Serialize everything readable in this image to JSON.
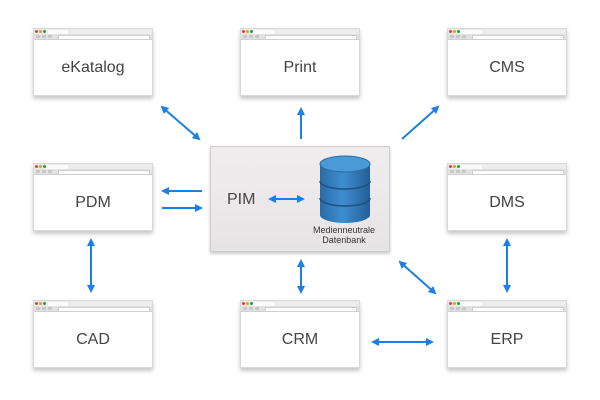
{
  "diagram": {
    "center": {
      "label": "PIM",
      "database_caption_line1": "Medienneutrale",
      "database_caption_line2": "Datenbank",
      "database_icon": "database-cylinder-icon"
    },
    "systems": [
      {
        "id": "ekatalog",
        "label": "eKatalog"
      },
      {
        "id": "print",
        "label": "Print"
      },
      {
        "id": "cms",
        "label": "CMS"
      },
      {
        "id": "pdm",
        "label": "PDM"
      },
      {
        "id": "dms",
        "label": "DMS"
      },
      {
        "id": "cad",
        "label": "CAD"
      },
      {
        "id": "crm",
        "label": "CRM"
      },
      {
        "id": "erp",
        "label": "ERP"
      }
    ],
    "connections": [
      {
        "from": "ekatalog",
        "to": "pim",
        "direction": "bidirectional"
      },
      {
        "from": "pim",
        "to": "print",
        "direction": "to"
      },
      {
        "from": "pim",
        "to": "cms",
        "direction": "to"
      },
      {
        "from": "pim",
        "to": "pdm",
        "direction": "to"
      },
      {
        "from": "pdm",
        "to": "pim",
        "direction": "to"
      },
      {
        "from": "pim-label",
        "to": "database",
        "direction": "bidirectional"
      },
      {
        "from": "pdm",
        "to": "cad",
        "direction": "bidirectional"
      },
      {
        "from": "pim",
        "to": "crm",
        "direction": "bidirectional"
      },
      {
        "from": "pim",
        "to": "erp",
        "direction": "bidirectional"
      },
      {
        "from": "dms",
        "to": "erp",
        "direction": "bidirectional"
      },
      {
        "from": "crm",
        "to": "erp",
        "direction": "bidirectional"
      }
    ],
    "colors": {
      "arrow": "#1a7fe6",
      "database": "#2f7fc0",
      "text": "#444444"
    }
  }
}
